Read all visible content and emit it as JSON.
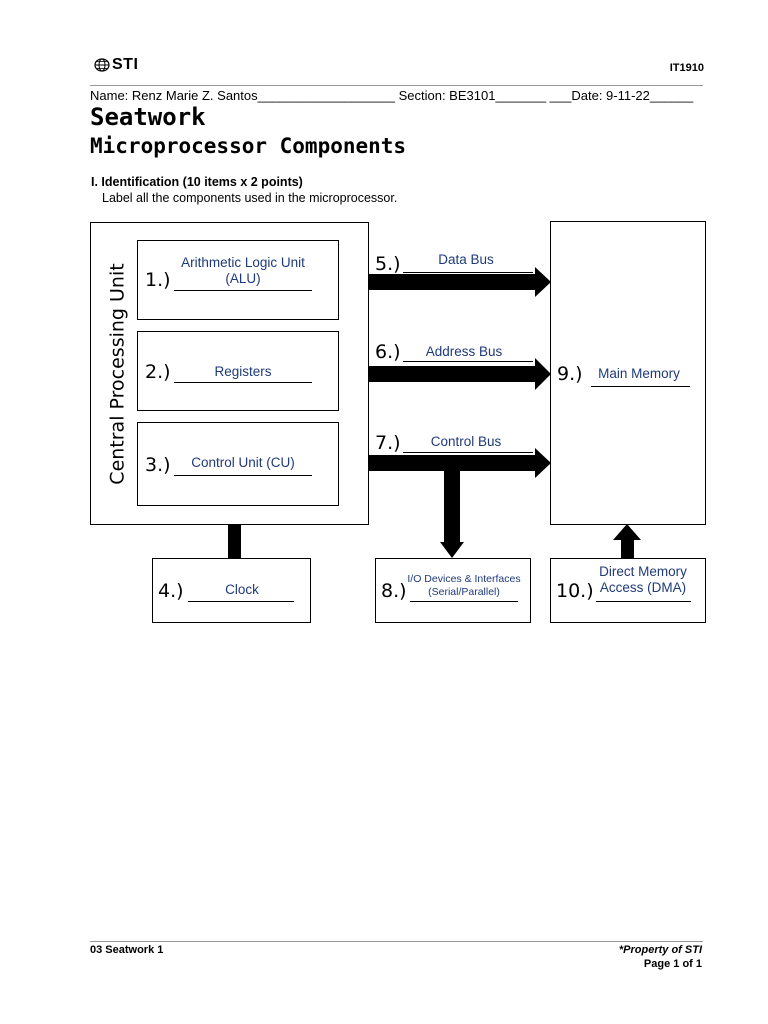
{
  "header": {
    "logo_text": "STI",
    "course_code": "IT1910",
    "name_line": "Name: Renz Marie Z. Santos___________________ Section: BE3101_______ ___Date: 9-11-22______"
  },
  "title": "Seatwork",
  "subtitle": "Microprocessor   Components",
  "instructions": {
    "heading": "I. Identification (10 items x 2 points)",
    "text": "Label all the components used in the microprocessor."
  },
  "diagram": {
    "cpu_label": "Central Processing Unit",
    "items": [
      {
        "number": "1.)",
        "answer": "Arithmetic Logic Unit (ALU)"
      },
      {
        "number": "2.)",
        "answer": "Registers"
      },
      {
        "number": "3.)",
        "answer": "Control Unit (CU)"
      },
      {
        "number": "4.)",
        "answer": "Clock"
      },
      {
        "number": "5.)",
        "answer": "Data Bus"
      },
      {
        "number": "6.)",
        "answer": "Address Bus"
      },
      {
        "number": "7.)",
        "answer": "Control Bus"
      },
      {
        "number": "8.)",
        "answer": "I/O Devices & Interfaces (Serial/Parallel)"
      },
      {
        "number": "9.)",
        "answer": "Main Memory"
      },
      {
        "number": "10.)",
        "answer": "Direct Memory Access (DMA)"
      }
    ]
  },
  "footer": {
    "left": "03 Seatwork 1",
    "property": "*Property of STI",
    "page": "Page 1 of 1"
  }
}
